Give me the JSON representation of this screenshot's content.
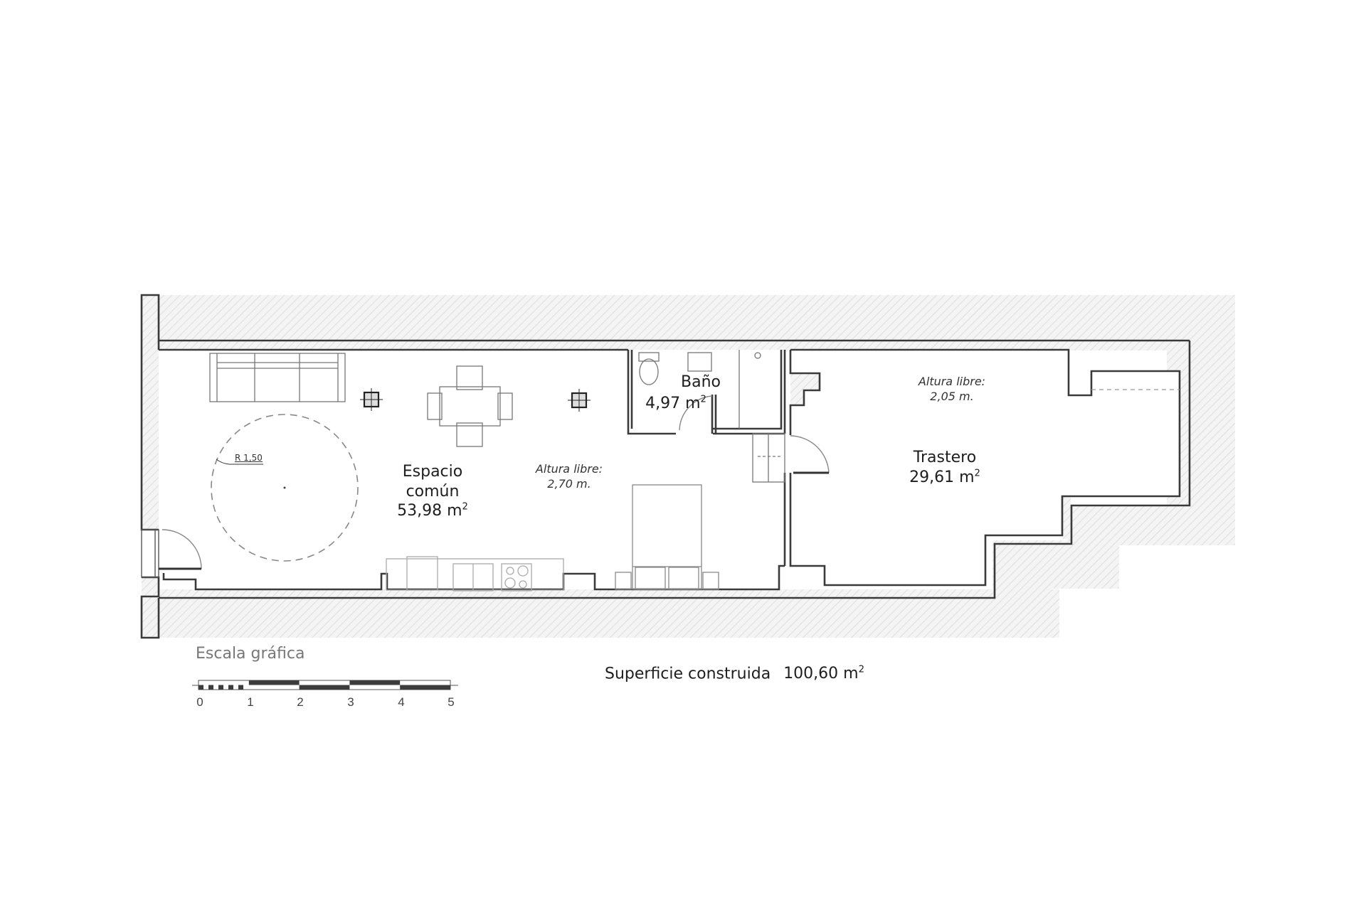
{
  "plan": {
    "rooms": [
      {
        "id": "espacio",
        "name_line1": "Espacio",
        "name_line2": "común",
        "area": "53,98 m",
        "area_unit_sup": "2"
      },
      {
        "id": "bano",
        "name": "Baño",
        "area": "4,97 m",
        "area_unit_sup": "2"
      },
      {
        "id": "trastero",
        "name": "Trastero",
        "area": "29,61 m",
        "area_unit_sup": "2"
      }
    ],
    "notes": [
      {
        "line1": "Altura libre:",
        "line2": "2,70 m."
      },
      {
        "line1": "Altura libre:",
        "line2": "2,05 m."
      }
    ],
    "turning_circle_label": "R 1,50",
    "total": {
      "label": "Superficie construida",
      "value": "100,60 m",
      "unit_sup": "2"
    },
    "scale": {
      "title": "Escala gráfica",
      "ticks": [
        "0",
        "1",
        "2",
        "3",
        "4",
        "5"
      ]
    },
    "colors": {
      "wall_line": "#3a3a3a",
      "hatch_bg": "#f4f4f4",
      "hatch_line": "#dcdcdc",
      "furniture": "#777777",
      "scale_dark": "#3c3c3c"
    }
  }
}
